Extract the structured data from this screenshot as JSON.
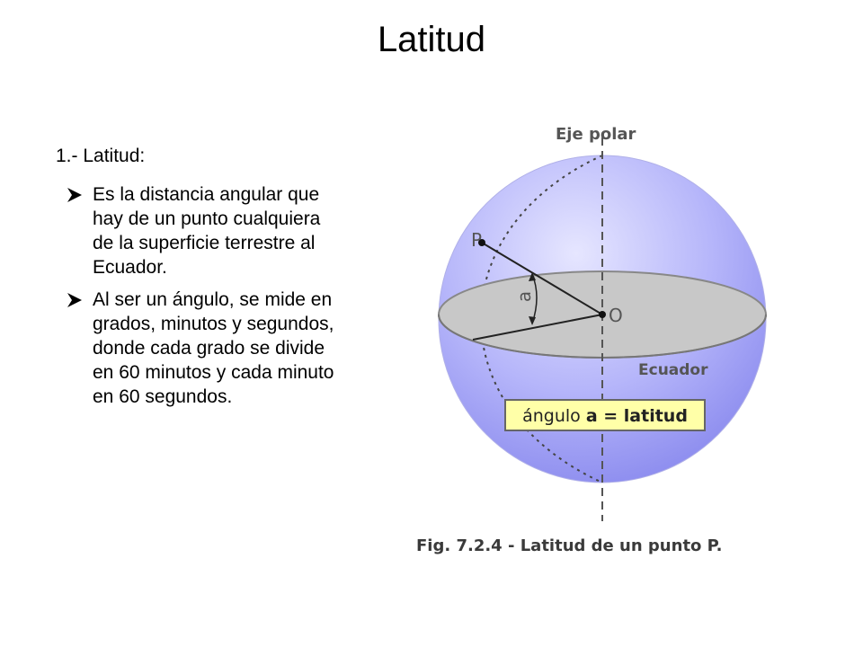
{
  "title": "Latitud",
  "section": {
    "heading": "1.- Latitud:",
    "bullets": [
      "Es la distancia angular que hay de un punto cualquiera de la superficie terrestre al Ecuador.",
      "Al ser un ángulo, se mide en grados, minutos y segundos, donde cada  grado se divide en 60 minutos y cada minuto en 60 segundos."
    ],
    "bullet_icon": "arrowhead-bullet-icon"
  },
  "figure": {
    "axis_label": "Eje polar",
    "point_label": "P",
    "center_label": "O",
    "angle_label": "a",
    "equator_label": "Ecuador",
    "box_text_prefix": "ángulo ",
    "box_text_bold": "a = latitud",
    "caption": "Fig. 7.2.4 - Latitud de un punto P.",
    "colors": {
      "sphere_light": "#dcdcff",
      "sphere_dark": "#8a8aee",
      "equator_plane": "#c8c8c8",
      "label_box": "#ffffa8",
      "label_text": "#555555",
      "caption_text": "#3a3a3a"
    }
  }
}
